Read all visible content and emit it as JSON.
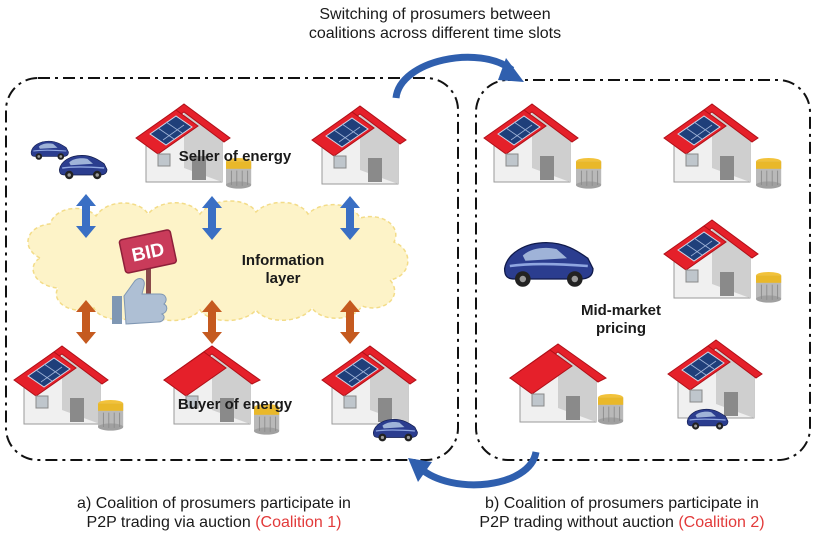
{
  "top_caption": {
    "line1": "Switching of prosumers between",
    "line2": "coalitions across different time slots"
  },
  "left_panel": {
    "seller_label": "Seller of energy",
    "info_label_line1": "Information",
    "info_label_line2": "layer",
    "buyer_label": "Buyer of energy",
    "bid_sign": "BID"
  },
  "right_panel": {
    "pricing_line1": "Mid-market",
    "pricing_line2": "pricing"
  },
  "captions": {
    "left_line1": "a) Coalition of prosumers participate in",
    "left_line2": "P2P trading via auction ",
    "left_tag": "(Coalition 1)",
    "right_line1": "b) Coalition of prosumers participate in",
    "right_line2": "P2P trading without auction ",
    "right_tag": "(Coalition 2)"
  },
  "colors": {
    "roof": "#e5202a",
    "panel": "#1f3f7a",
    "wall": "#eeeeee",
    "car": "#2b3d8f",
    "cloud": "#fdf3c8",
    "arrow_blue": "#3a6fc4",
    "arrow_orange": "#c55a1f",
    "caption_red": "#e23a3a"
  }
}
